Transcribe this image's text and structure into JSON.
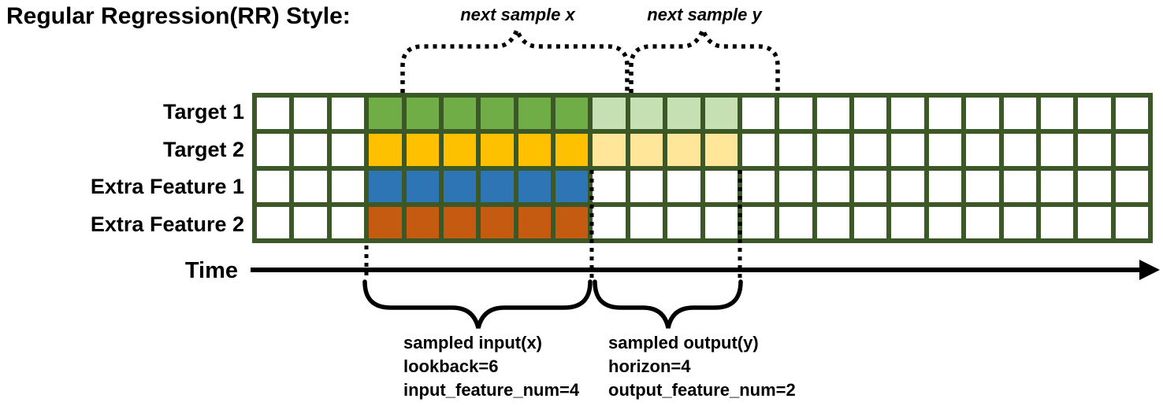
{
  "title": "Regular Regression(RR) Style:",
  "top_annotations": {
    "next_sample_x": "next sample x",
    "next_sample_y": "next sample y"
  },
  "rows": [
    {
      "label": "Target 1",
      "input_color": "#70AD47",
      "output_color": "#C6E0B4"
    },
    {
      "label": "Target 2",
      "input_color": "#FFC000",
      "output_color": "#FFE699"
    },
    {
      "label": "Extra Feature 1",
      "input_color": "#2E75B6",
      "output_color": null
    },
    {
      "label": "Extra Feature 2",
      "input_color": "#C55A11",
      "output_color": null
    }
  ],
  "grid": {
    "columns": 24,
    "input_cols": [
      4,
      9
    ],
    "output_cols": [
      10,
      13
    ],
    "border_color": "#3C5826",
    "empty_color": "#FFFFFF"
  },
  "time_axis": {
    "label": "Time"
  },
  "input_annotation": {
    "title": "sampled input(x)",
    "lookback": "lookback=6",
    "features": "input_feature_num=4"
  },
  "output_annotation": {
    "title": "sampled output(y)",
    "horizon": "horizon=4",
    "features": "output_feature_num=2"
  }
}
